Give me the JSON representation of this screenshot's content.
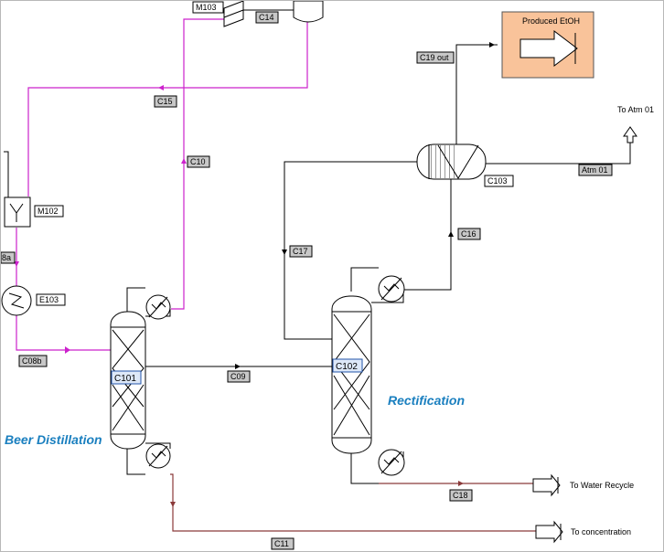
{
  "colors": {
    "magenta": "#cc22cc",
    "dark_red": "#8b3a3a",
    "black": "#000000",
    "tag_fill": "#c8c8c8",
    "product_fill": "#f9c39a",
    "section_label": "#1a7fbf",
    "vessel_label_fill": "#dde8f8"
  },
  "section_labels": {
    "beer_distillation": "Beer Distillation",
    "rectification": "Rectification"
  },
  "equipment": {
    "m103": "M103",
    "m102": "M102",
    "e103": "E103",
    "c101": "C101",
    "c102": "C102",
    "c103": "C103",
    "product_box": "Produced EtOH"
  },
  "streams": {
    "c14": "C14",
    "c15": "C15",
    "c10": "C10",
    "c08a": "8a",
    "c08b": "C08b",
    "c09": "C09",
    "c11": "C11",
    "c16": "C16",
    "c17": "C17",
    "c18": "C18",
    "c19out": "C19 out",
    "atm01": "Atm 01"
  },
  "destinations": {
    "to_atm": "To Atm 01",
    "to_water_recycle": "To Water Recycle",
    "to_concentration": "To concentration"
  }
}
